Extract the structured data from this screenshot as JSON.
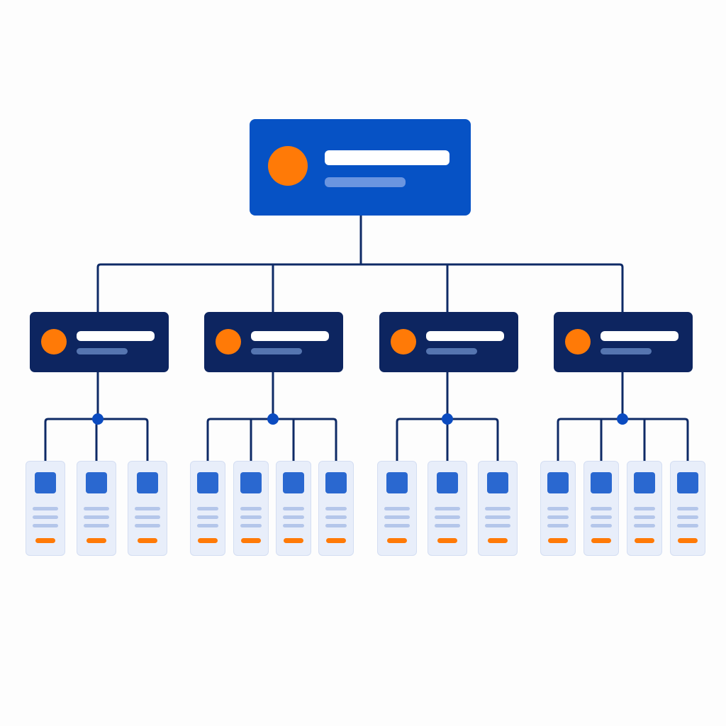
{
  "colors": {
    "background": "#fdfdfd",
    "root_fill": "#0652c5",
    "manager_fill": "#0d2560",
    "accent_orange": "#ff7a07",
    "title_bar": "#ffffff",
    "root_subtitle_bar": "#6a95e0",
    "manager_subtitle_bar": "#5575b0",
    "connector": "#0e2a66",
    "junction_dot": "#0b4bc0",
    "leaf_fill": "#e8eefa",
    "leaf_border": "#d4def2",
    "leaf_square": "#2a68d0",
    "leaf_line": "#b4c6ea"
  },
  "tree": {
    "root": {
      "icon": "avatar-icon"
    },
    "groups": [
      {
        "icon": "avatar-icon",
        "leaf_count": 3
      },
      {
        "icon": "avatar-icon",
        "leaf_count": 4
      },
      {
        "icon": "avatar-icon",
        "leaf_count": 3
      },
      {
        "icon": "avatar-icon",
        "leaf_count": 4
      }
    ]
  }
}
